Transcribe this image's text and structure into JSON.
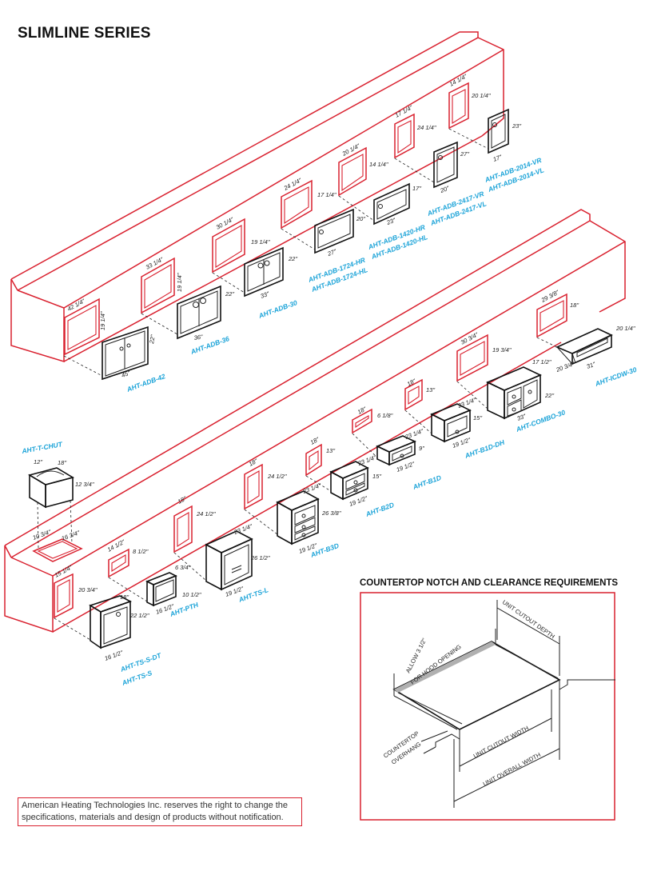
{
  "title": "SLIMLINE SERIES",
  "colors": {
    "outline": "#d9202e",
    "model_label": "#1ba3d8",
    "line": "#222222",
    "hood_band": "#b0b0b0"
  },
  "upper_units": [
    {
      "model": "AHT-ADB-42",
      "model_alt": "",
      "cutout_w": "42 1/4\"",
      "cutout_h": "19 1/4\"",
      "unit_w": "45\"",
      "unit_h": "22\""
    },
    {
      "model": "AHT-ADB-36",
      "model_alt": "",
      "cutout_w": "33 1/4\"",
      "cutout_h": "19 1/4\"",
      "unit_w": "36\"",
      "unit_h": "22\""
    },
    {
      "model": "AHT-ADB-30",
      "model_alt": "",
      "cutout_w": "30 1/4\"",
      "cutout_h": "19 1/4\"",
      "unit_w": "33\"",
      "unit_h": "22\""
    },
    {
      "model": "AHT-ADB-1724-HR",
      "model_alt": "AHT-ADB-1724-HL",
      "cutout_w": "24 1/4\"",
      "cutout_h": "17 1/4\"",
      "unit_w": "27\"",
      "unit_h": "20\""
    },
    {
      "model": "AHT-ADB-1420-HR",
      "model_alt": "AHT-ADB-1420-HL",
      "cutout_w": "20 1/4\"",
      "cutout_h": "14 1/4\"",
      "unit_w": "23\"",
      "unit_h": "17\""
    },
    {
      "model": "AHT-ADB-2417-VR",
      "model_alt": "AHT-ADB-2417-VL",
      "cutout_w": "17 1/4\"",
      "cutout_h": "24 1/4\"",
      "unit_w": "20\"",
      "unit_h": "27\""
    },
    {
      "model": "AHT-ADB-2014-VR",
      "model_alt": "AHT-ADB-2014-VL",
      "cutout_w": "14 1/4\"",
      "cutout_h": "20 1/4\"",
      "unit_w": "17\"",
      "unit_h": "23\""
    }
  ],
  "lower_units": [
    {
      "model": "AHT-TS-S-DT",
      "model_alt": "AHT-TS-S",
      "cutout_w": "15 1/4\"",
      "cutout_h": "20 3/4\"",
      "unit_w": "18\"",
      "unit_h": "22 1/2\"",
      "unit_d": "16 1/2\""
    },
    {
      "model": "AHT-PTH",
      "model_alt": "",
      "cutout_w": "14 1/2\"",
      "cutout_h": "8 1/2\"",
      "unit_w": "16 1/2\"",
      "unit_h": "10 1/2\"",
      "unit_d": "6 3/4\""
    },
    {
      "model": "AHT-TS-L",
      "model_alt": "",
      "cutout_w": "18\"",
      "cutout_h": "24 1/2\"",
      "unit_w": "23 1/4\"",
      "unit_h": "26 1/2\"",
      "unit_d": "19 1/2\""
    },
    {
      "model": "AHT-B3D",
      "model_alt": "",
      "cutout_w": "18\"",
      "cutout_h": "24 1/2\"",
      "unit_w": "23 1/4\"",
      "unit_h": "26 3/8\"",
      "unit_d": "19 1/2\""
    },
    {
      "model": "AHT-B2D",
      "model_alt": "",
      "cutout_w": "18\"",
      "cutout_h": "13\"",
      "unit_w": "23 1/4\"",
      "unit_h": "15\"",
      "unit_d": "19 1/2\""
    },
    {
      "model": "AHT-B1D",
      "model_alt": "",
      "cutout_w": "18\"",
      "cutout_h": "6 1/8\"",
      "unit_w": "23 1/4\"",
      "unit_h": "9\"",
      "unit_d": "19 1/2\""
    },
    {
      "model": "AHT-B1D-DH",
      "model_alt": "",
      "cutout_w": "18\"",
      "cutout_h": "13\"",
      "unit_w": "23 1/4\"",
      "unit_h": "15\"",
      "unit_d": "19 1/2\""
    },
    {
      "model": "AHT-COMBO-30",
      "model_alt": "",
      "cutout_w": "30 3/4\"",
      "cutout_h": "19 3/4\"",
      "unit_w": "33\"",
      "unit_h": "22\"",
      "unit_d": "17 1/2\""
    },
    {
      "model": "AHT-ICDW-30",
      "model_alt": "",
      "cutout_w": "29 3/8\"",
      "cutout_h": "18\"",
      "unit_w": "31\"",
      "unit_h": "20 1/4\"",
      "unit_d": "20 3/4\""
    }
  ],
  "chute": {
    "model": "AHT-T-CHUT",
    "unit_w": "12\"",
    "unit_d": "18\"",
    "unit_h": "12 3/4\"",
    "cutout_w": "16 3/4\"",
    "cutout_d": "10 3/4\""
  },
  "notch": {
    "title": "COUNTERTOP NOTCH AND CLEARANCE REQUIREMENTS",
    "allow_line1": "ALLOW 3 1/2\"",
    "allow_line2": "FOR HOOD OPENING",
    "cutout_depth": "UNIT CUTOUT DEPTH",
    "cutout_width": "UNIT CUTOUT WIDTH",
    "overall_width": "UNIT OVERALL WIDTH",
    "overhang_line1": "COUNTERTOP",
    "overhang_line2": "OVERHANG"
  },
  "disclaimer": "American Heating Technologies Inc. reserves the right to change the specifications, materials and design of products without notification."
}
